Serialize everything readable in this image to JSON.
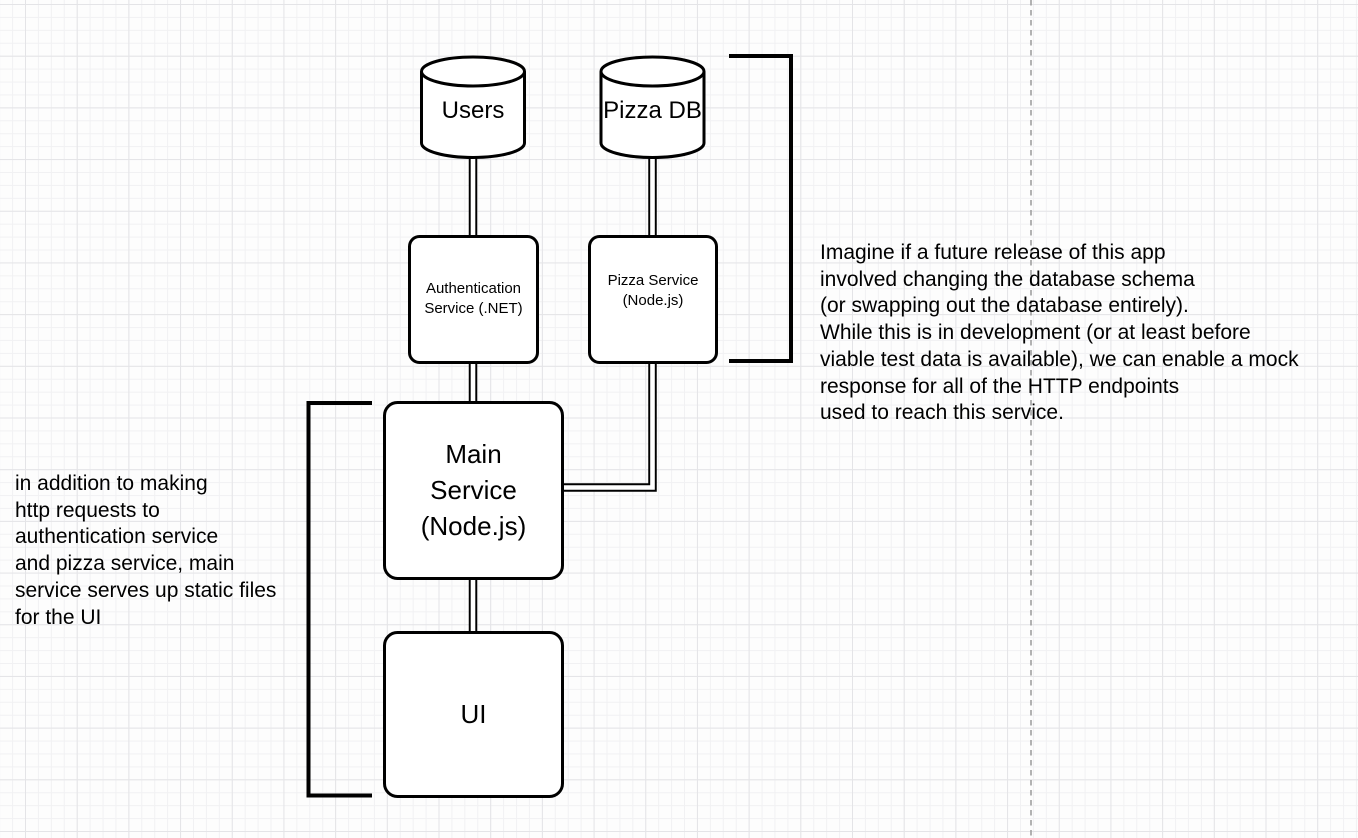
{
  "diagram": {
    "nodes": {
      "users_db": {
        "label": "Users",
        "shape": "cylinder"
      },
      "pizza_db": {
        "label": "Pizza DB",
        "shape": "cylinder"
      },
      "auth_service": {
        "label": "Authentication\nService (.NET)",
        "shape": "rounded-rect"
      },
      "pizza_service": {
        "label": "Pizza Service\n(Node.js)",
        "shape": "rounded-rect"
      },
      "main_service": {
        "label": "Main\nService\n(Node.js)",
        "shape": "rounded-rect"
      },
      "ui": {
        "label": "UI",
        "shape": "rounded-rect"
      }
    },
    "connectors": [
      {
        "from": "users_db",
        "to": "auth_service",
        "style": "double-line"
      },
      {
        "from": "pizza_db",
        "to": "pizza_service",
        "style": "double-line"
      },
      {
        "from": "auth_service",
        "to": "main_service",
        "style": "double-line"
      },
      {
        "from": "pizza_service",
        "to": "main_service",
        "style": "double-line-elbow"
      },
      {
        "from": "main_service",
        "to": "ui",
        "style": "double-line"
      }
    ],
    "brackets": [
      {
        "side": "right",
        "spans": [
          "pizza_db",
          "pizza_service"
        ]
      },
      {
        "side": "left",
        "spans": [
          "main_service",
          "ui"
        ]
      }
    ],
    "annotations": {
      "left_note": "in addition to making\nhttp requests to\nauthentication service\nand pizza service, main\nservice serves up static files\nfor the UI",
      "right_note": "Imagine if a future release of this app\ninvolved changing the database schema\n(or swapping out the database entirely).\nWhile this is in development (or at least before\nviable test data is available), we can enable a mock\nresponse for all of the HTTP endpoints\nused to reach this service."
    },
    "colors": {
      "stroke": "#000000",
      "background": "#fdfdfd",
      "grid_minor": "#f1f1f3",
      "grid_major": "#e4e4e7",
      "dashed_guide": "#a0a0a0"
    }
  }
}
